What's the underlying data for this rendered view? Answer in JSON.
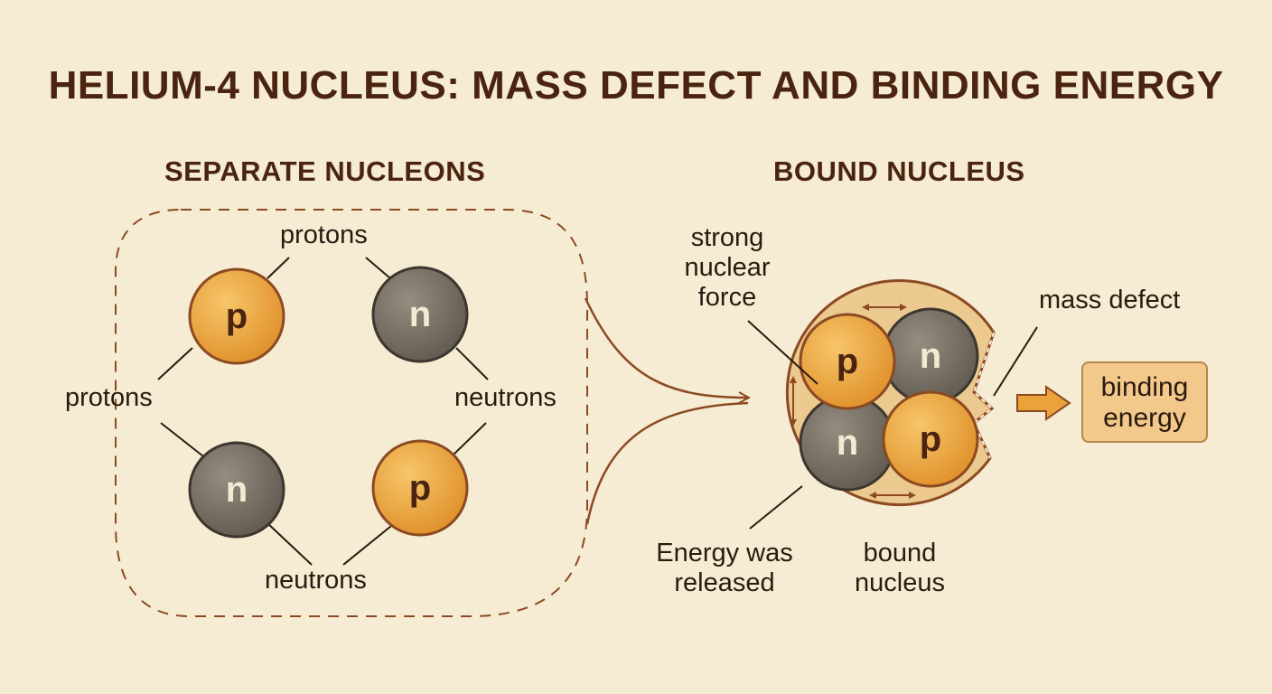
{
  "title": "HELIUM-4 NUCLEUS: MASS DEFECT AND BINDING ENERGY",
  "left_section": {
    "heading": "SEPARATE NUCLEONS",
    "label_top": "protons",
    "label_left": "protons",
    "label_right": "neutrons",
    "label_bottom": "neutrons",
    "particles": [
      {
        "letter": "p",
        "type": "proton"
      },
      {
        "letter": "n",
        "type": "neutron"
      },
      {
        "letter": "n",
        "type": "neutron"
      },
      {
        "letter": "p",
        "type": "proton"
      }
    ]
  },
  "right_section": {
    "heading": "BOUND NUCLEUS",
    "strong_force": "strong nuclear force",
    "mass_defect": "mass defect",
    "energy_released": "Energy was released",
    "bound_nucleus": "bound nucleus",
    "binding_energy": "binding energy",
    "particles": [
      {
        "letter": "p",
        "type": "proton"
      },
      {
        "letter": "n",
        "type": "neutron"
      },
      {
        "letter": "n",
        "type": "neutron"
      },
      {
        "letter": "p",
        "type": "proton"
      }
    ]
  },
  "colors": {
    "background": "#f6ecd3",
    "proton": "#eba23a",
    "neutron": "#7e766a",
    "line": "#2a1a10",
    "accent": "#8b4a22"
  }
}
